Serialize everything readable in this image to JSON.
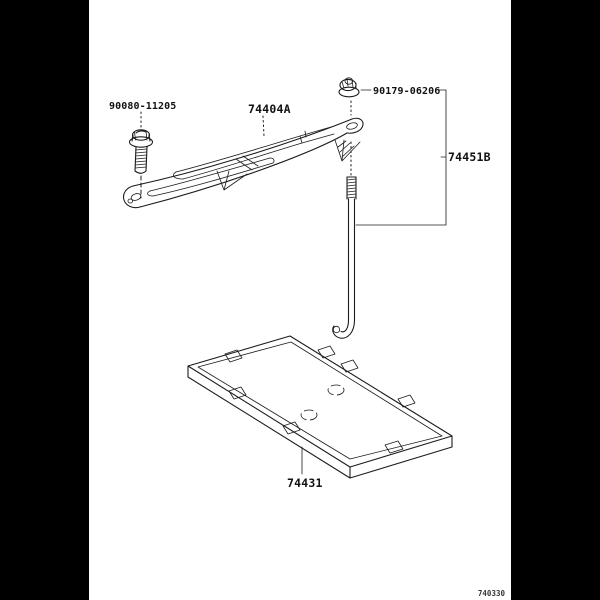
{
  "colors": {
    "background": "#ffffff",
    "line": "#1c1c1c",
    "text": "#111111",
    "band": "#000000"
  },
  "footer_code": "740330",
  "parts": [
    {
      "part_number": "90080-11205",
      "component": "flange-bolt"
    },
    {
      "part_number": "74404A",
      "component": "battery-hold-down-clamp"
    },
    {
      "part_number": "90179-06206",
      "component": "flange-nut"
    },
    {
      "part_number": "74451B",
      "component": "battery-clamp-j-bolt"
    },
    {
      "part_number": "74431",
      "component": "battery-tray"
    }
  ]
}
